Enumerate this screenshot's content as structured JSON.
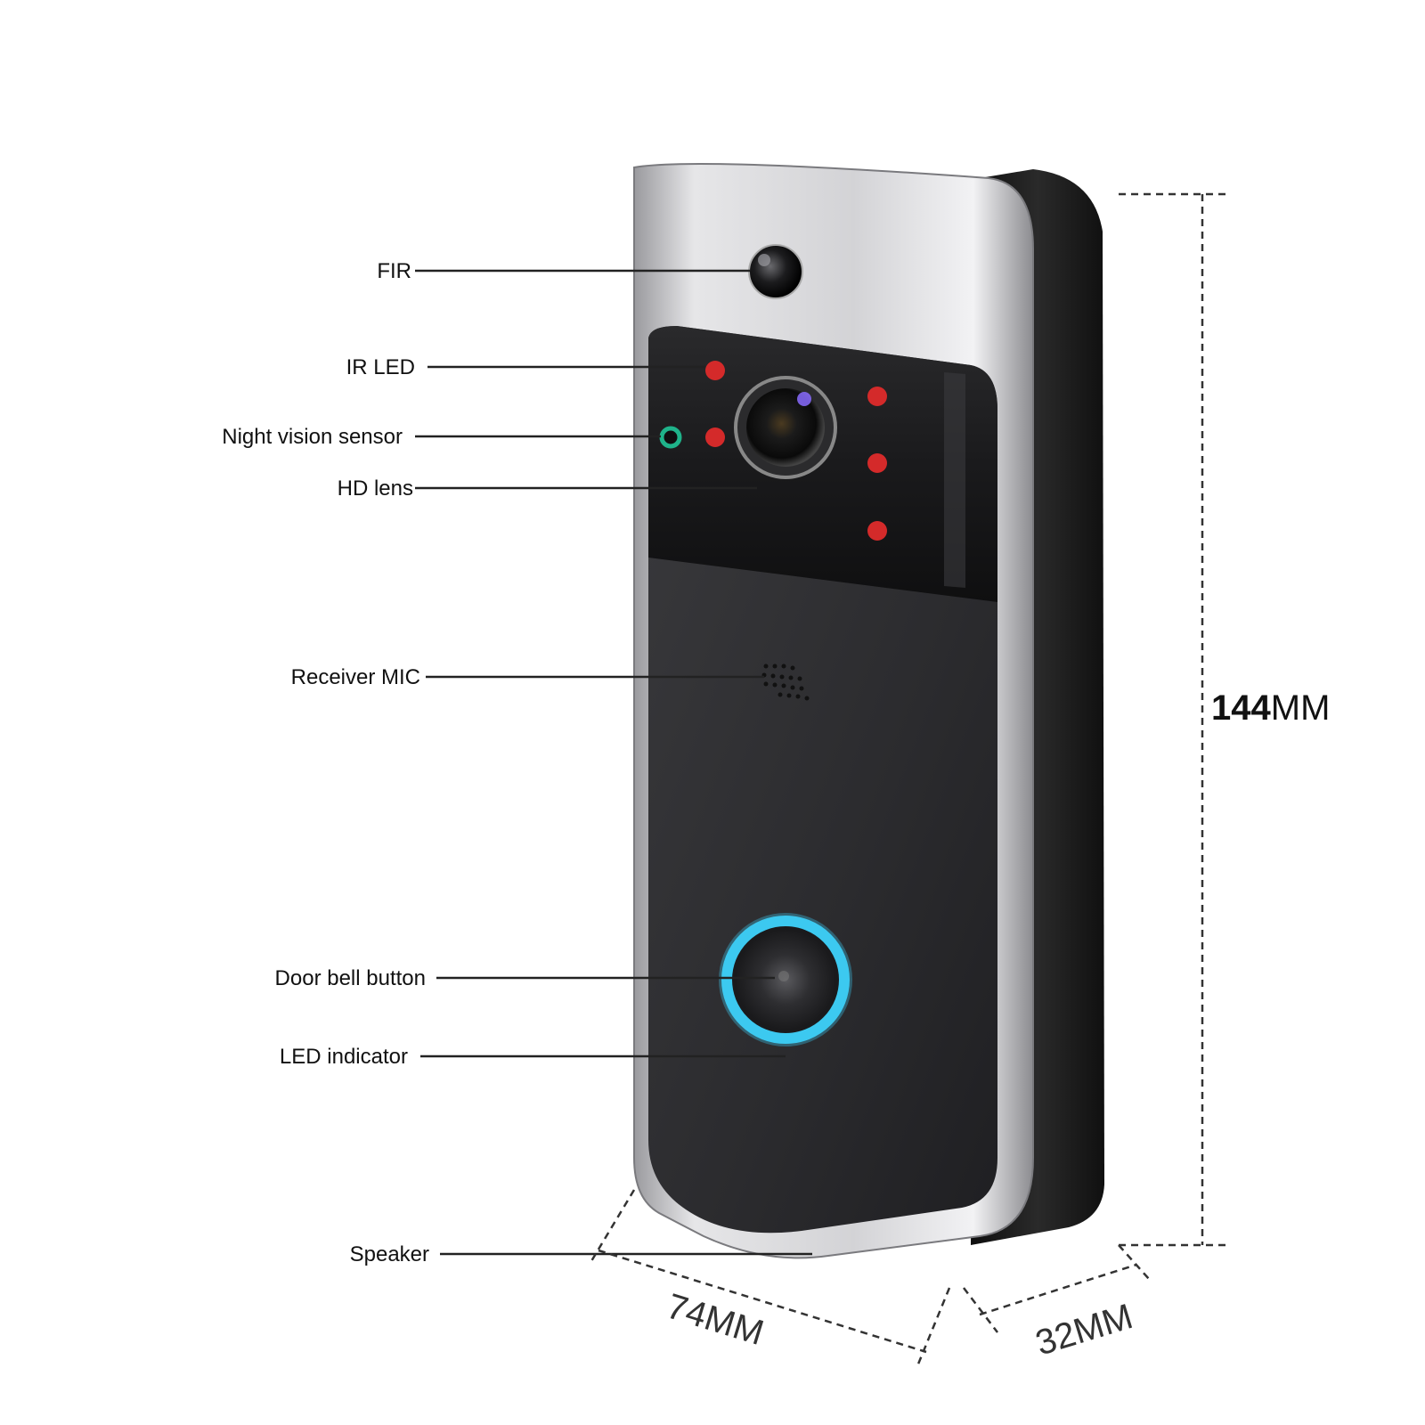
{
  "labels": {
    "fir": "FIR",
    "ir_led": "IR LED",
    "night_vision_sensor": "Night vision sensor",
    "hd_lens": "HD lens",
    "receiver_mic": "Receiver MIC",
    "door_bell_button": "Door bell button",
    "led_indicator": "LED indicator",
    "speaker": "Speaker"
  },
  "dimensions": {
    "height_value": "144",
    "height_unit": "MM",
    "width": "74MM",
    "depth": "32MM"
  },
  "colors": {
    "body_dark": "#2a2a2c",
    "frame_silver": "#c9c9cc",
    "side_black": "#151515",
    "ir_led_red": "#d42a2a",
    "night_sensor_green": "#1fb38a",
    "led_ring_blue": "#3cc9f0"
  }
}
